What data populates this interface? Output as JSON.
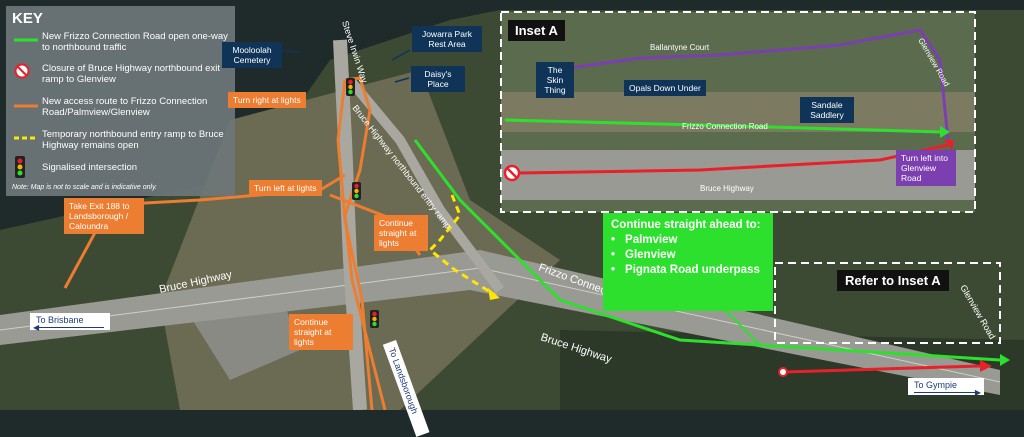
{
  "key": {
    "title": "KEY",
    "items": [
      {
        "text": "New Frizzo Connection Road open one-way to northbound traffic",
        "color": "#2ee02e"
      },
      {
        "text": "Closure of Bruce Highway northbound exit ramp to Glenview",
        "color": "#e8202a"
      },
      {
        "text": "New access route to Frizzo Connection Road/Palmview/Glenview",
        "color": "#ec7d31"
      },
      {
        "text": "Temporary northbound entry ramp to Bruce Highway remains open",
        "color": "#ffe600"
      },
      {
        "text": "Signalised intersection",
        "icon": "traffic-light-icon"
      }
    ],
    "note": "Note: Map is not to scale and is indicative only."
  },
  "labels": {
    "steve_irwin_way": "Steve Irwin Way",
    "mooloolah_cemetery": "Mooloolah Cemetery",
    "jowarra_park": "Jowarra Park Rest Area",
    "daisys_place": "Daisy's Place",
    "turn_right": "Turn right at lights",
    "turn_left": "Turn left at lights",
    "exit_188": "Take Exit 188 to Landsborough / Caloundra",
    "continue_straight_1": "Continue straight at lights",
    "continue_straight_2": "Continue straight at lights",
    "bh_entry_ramp": "Bruce Highway northbound entry ramp",
    "bruce_highway_1": "Bruce Highway",
    "bruce_highway_2": "Bruce Highway",
    "frizzo": "Frizzo Connection Road",
    "to_brisbane": "To Brisbane",
    "to_landsborough": "To Landsborough",
    "to_gympie": "To Gympie",
    "glenview_road_main": "Glenview Road"
  },
  "callout": {
    "heading": "Continue straight ahead to:",
    "items": [
      "Palmview",
      "Glenview",
      "Pignata Road underpass"
    ]
  },
  "refer": "Refer to Inset A",
  "inset": {
    "title": "Inset A",
    "ballantyne": "Ballantyne Court",
    "skin_thing": "The Skin Thing",
    "opals": "Opals Down Under",
    "sandale": "Sandale Saddlery",
    "frizzo": "Frizzo Connection Road",
    "bruce": "Bruce Highway",
    "glenview": "Glenview Road",
    "turn_left": "Turn left into Glenview Road"
  },
  "colors": {
    "green": "#2ee02e",
    "red": "#e8202a",
    "orange": "#ec7d31",
    "yellow": "#ffe600",
    "purple": "#7b3fb0",
    "navy": "#0f3457"
  }
}
